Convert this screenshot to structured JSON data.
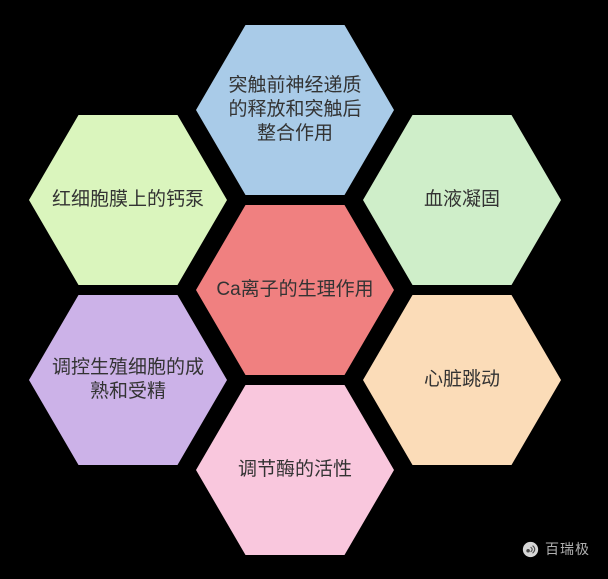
{
  "canvas": {
    "background": "#000000"
  },
  "diagram": {
    "text_color": "#333333",
    "hexagons": {
      "top": {
        "lines": [
          "突触前神经递质",
          "的释放和突触后",
          "整合作用"
        ],
        "color": "#a9cbe8"
      },
      "upper_left": {
        "lines": [
          "红细胞膜上的钙泵"
        ],
        "color": "#daf5bd"
      },
      "upper_right": {
        "lines": [
          "血液凝固"
        ],
        "color": "#cfeec9"
      },
      "center": {
        "lines": [
          "Ca离子的生理作用"
        ],
        "color": "#f08080"
      },
      "lower_left": {
        "lines": [
          "调控生殖细胞的成",
          "熟和受精"
        ],
        "color": "#ccb2e8"
      },
      "lower_right": {
        "lines": [
          "心脏跳动"
        ],
        "color": "#fbdcb8"
      },
      "bottom": {
        "lines": [
          "调节酶的活性"
        ],
        "color": "#f9c7dd"
      }
    }
  },
  "watermark": {
    "label": "百瑞极",
    "icon": "wechat-official-account-icon",
    "color": "#b0b0b0"
  }
}
